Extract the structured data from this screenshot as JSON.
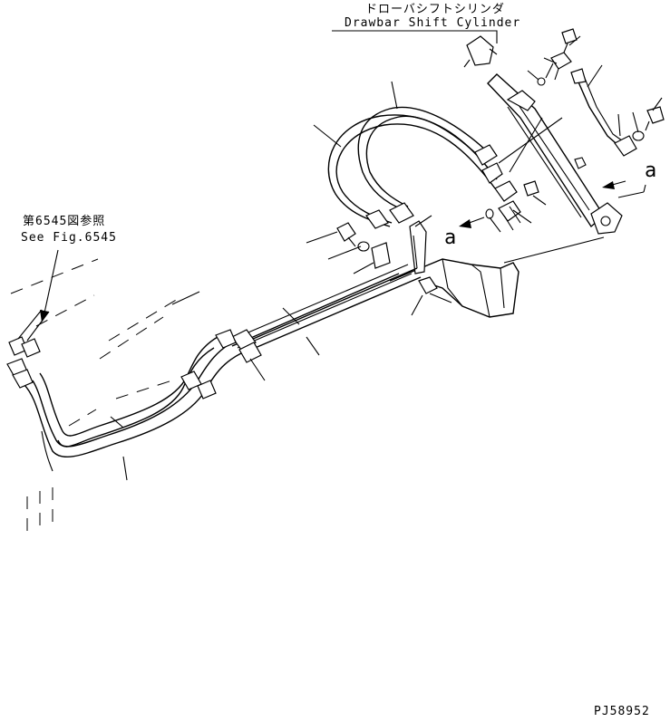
{
  "labels": {
    "title_jp": "ドローバシフトシリンダ",
    "title_en": "Drawbar Shift Cylinder",
    "ref_jp": "第6545図参照",
    "ref_en": "See Fig.6545",
    "view_mark_right": "a",
    "view_mark_center": "a",
    "drawing_number": "PJ58952"
  }
}
